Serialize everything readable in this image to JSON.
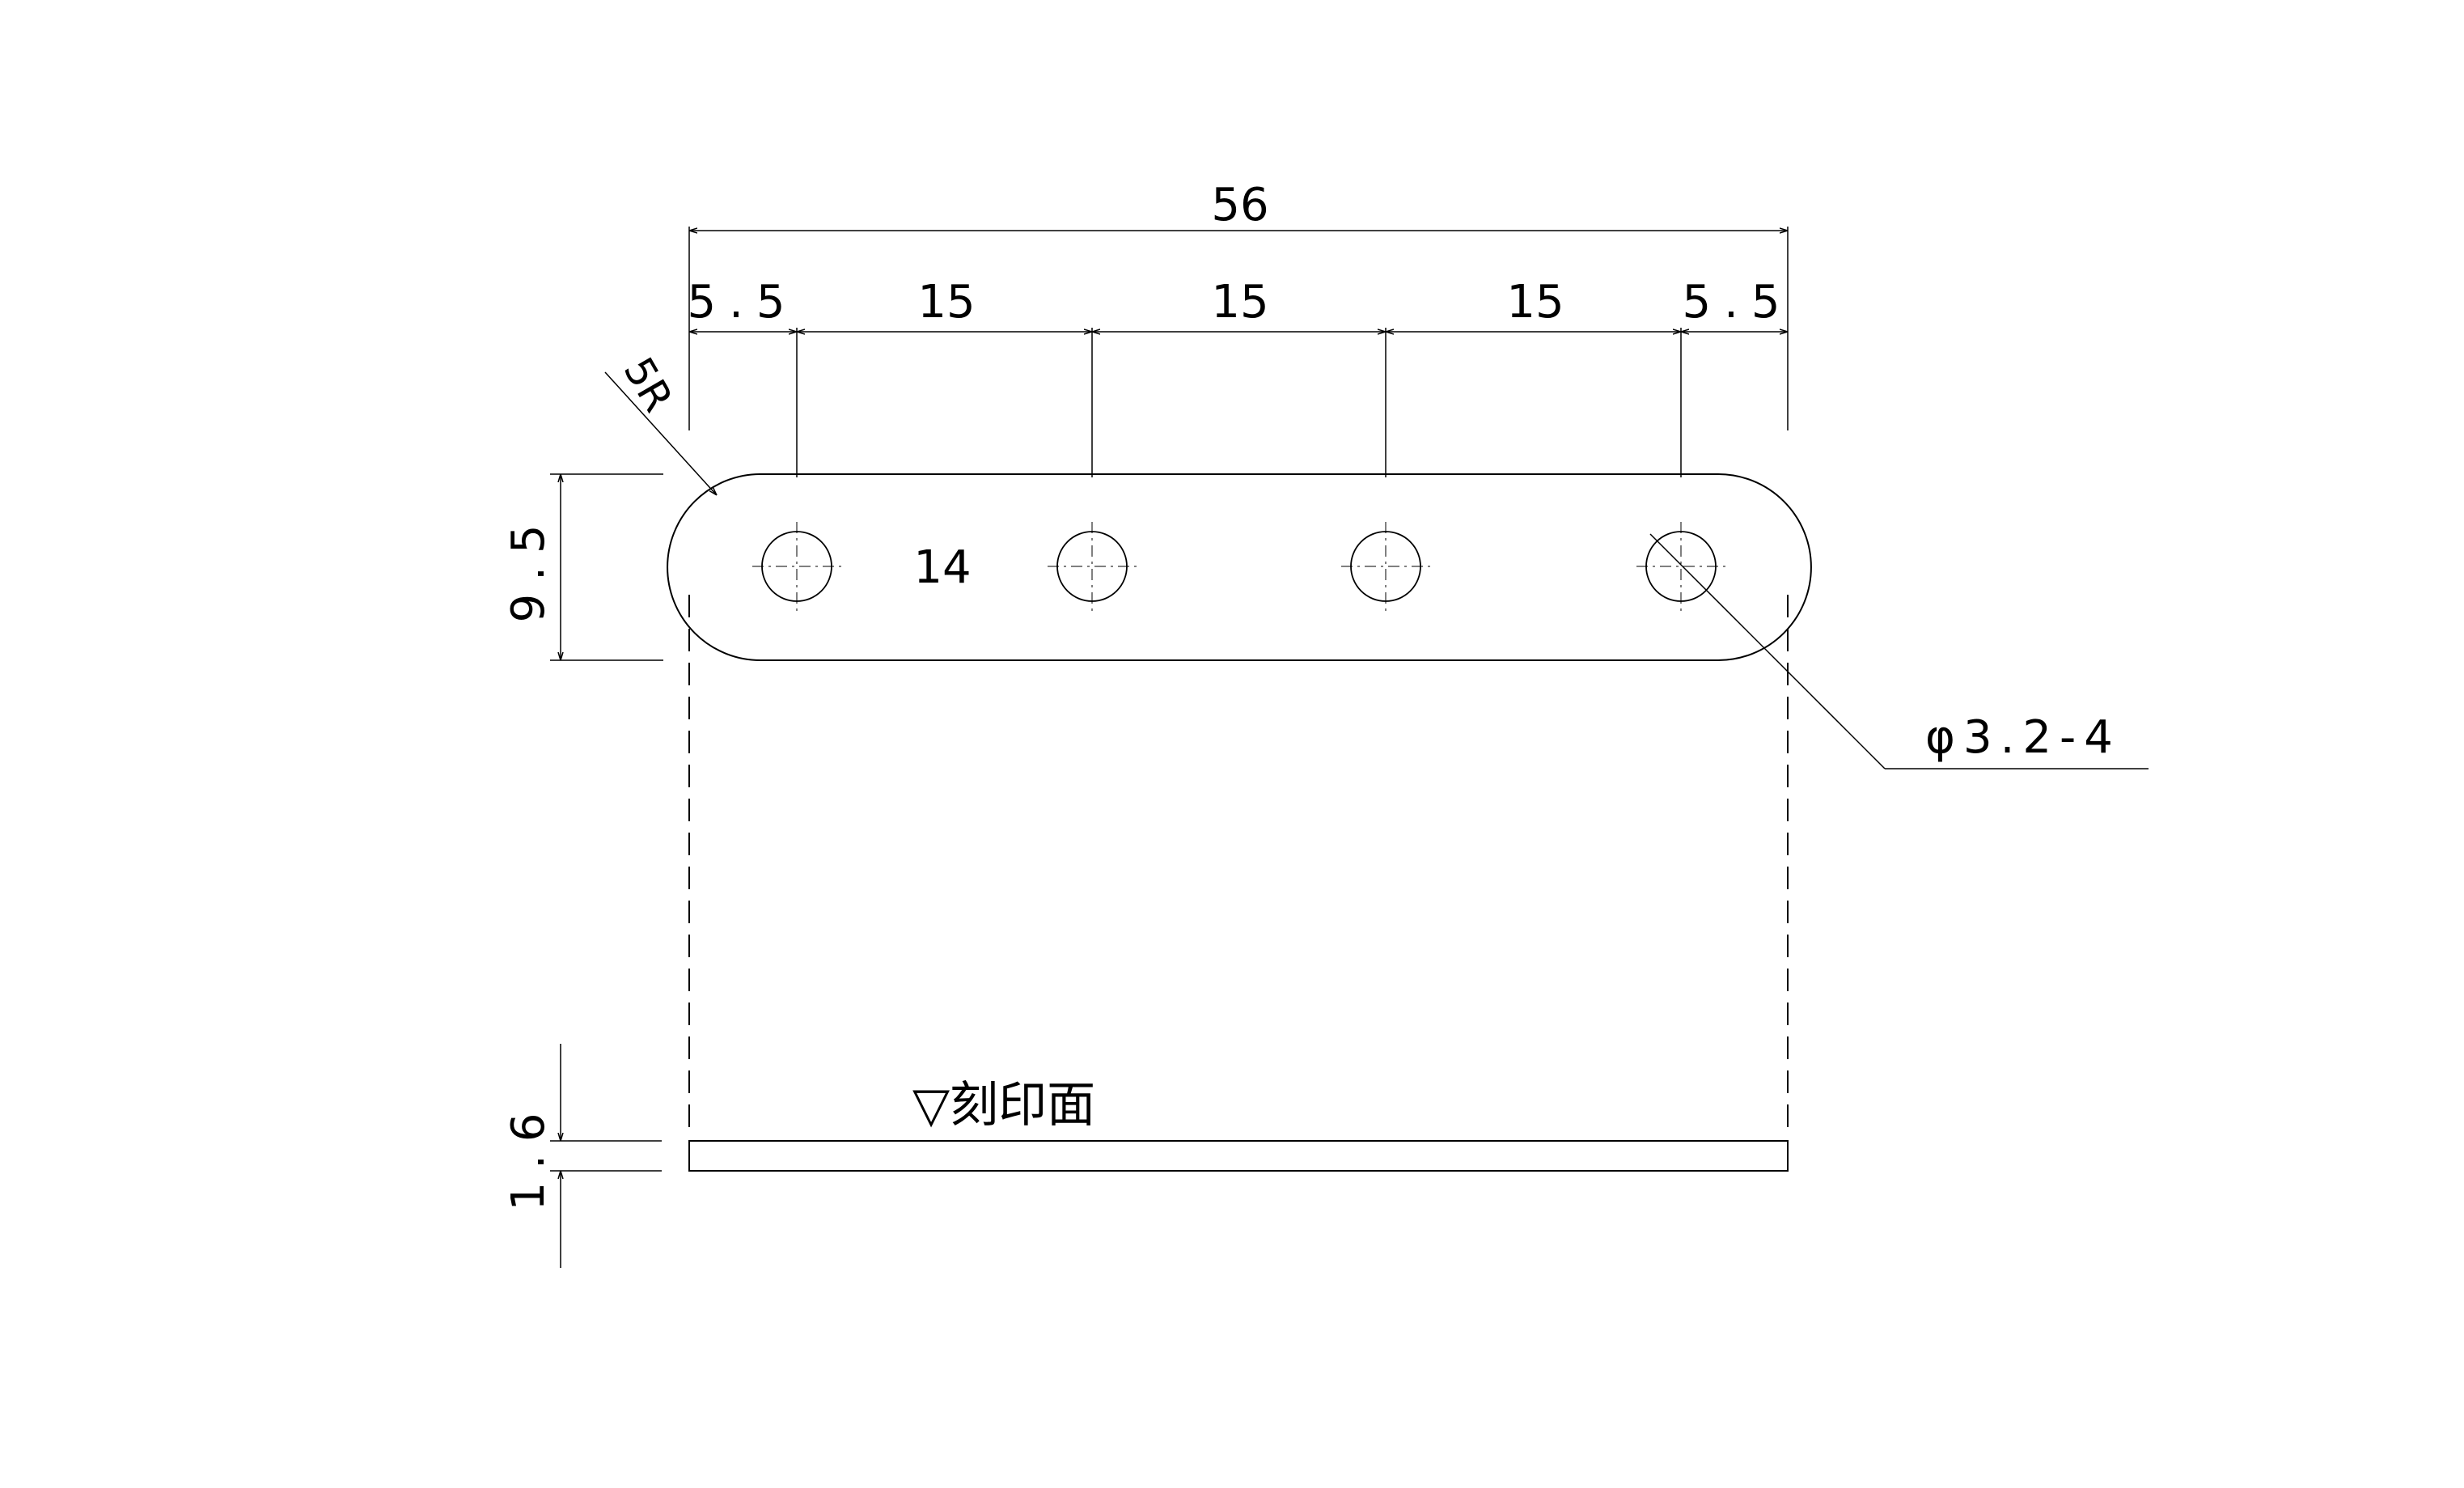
{
  "drawing": {
    "dimensions": {
      "overall_length": "56",
      "left_end": "5.5",
      "pitch_1": "15",
      "pitch_2": "15",
      "pitch_3": "15",
      "right_end": "5.5",
      "width": "9.5",
      "thickness": "1.6",
      "corner_radius": "5R",
      "inner_label": "14",
      "hole_callout": "φ3.2-4"
    },
    "notes": {
      "marking_face": "▽刻印面"
    }
  }
}
